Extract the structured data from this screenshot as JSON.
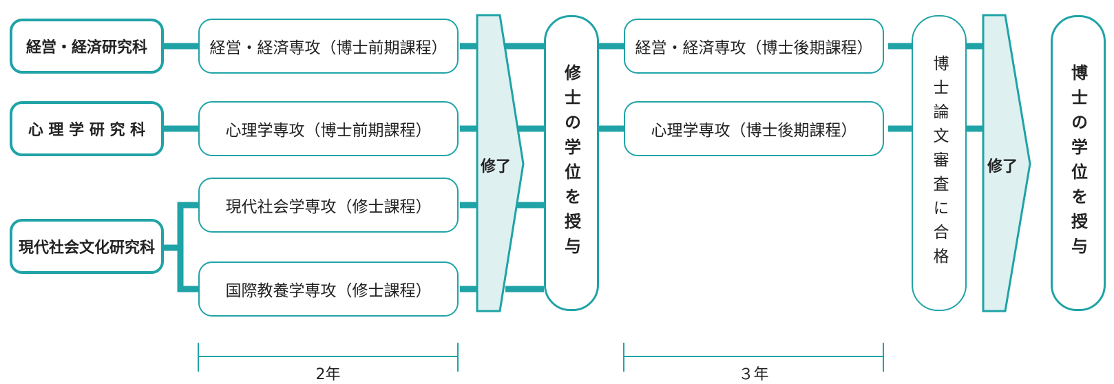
{
  "graduate_schools": [
    {
      "name": "経営・経済研究科"
    },
    {
      "name": "心 理 学 研 究 科"
    },
    {
      "name": "現代社会文化研究科"
    }
  ],
  "master_courses": [
    {
      "name": "経営・経済専攻（博士前期課程）"
    },
    {
      "name": "心理学専攻（博士前期課程）"
    },
    {
      "name": "現代社会学専攻（修士課程）"
    },
    {
      "name": "国際教養学専攻（修士課程）"
    }
  ],
  "completion_1": "修了",
  "master_degree": "修士の学位を授与",
  "doctoral_courses": [
    {
      "name": "経営・経済専攻（博士後期課程）"
    },
    {
      "name": "心理学専攻（博士後期課程）"
    }
  ],
  "thesis_review": "博士論文審査に合格",
  "completion_2": "修了",
  "doctor_degree": "博士の学位を授与",
  "durations": {
    "master": "2年",
    "doctor": "３年"
  },
  "colors": {
    "accent": "#1fa3a7",
    "arrow_fill": "#def0f0"
  }
}
